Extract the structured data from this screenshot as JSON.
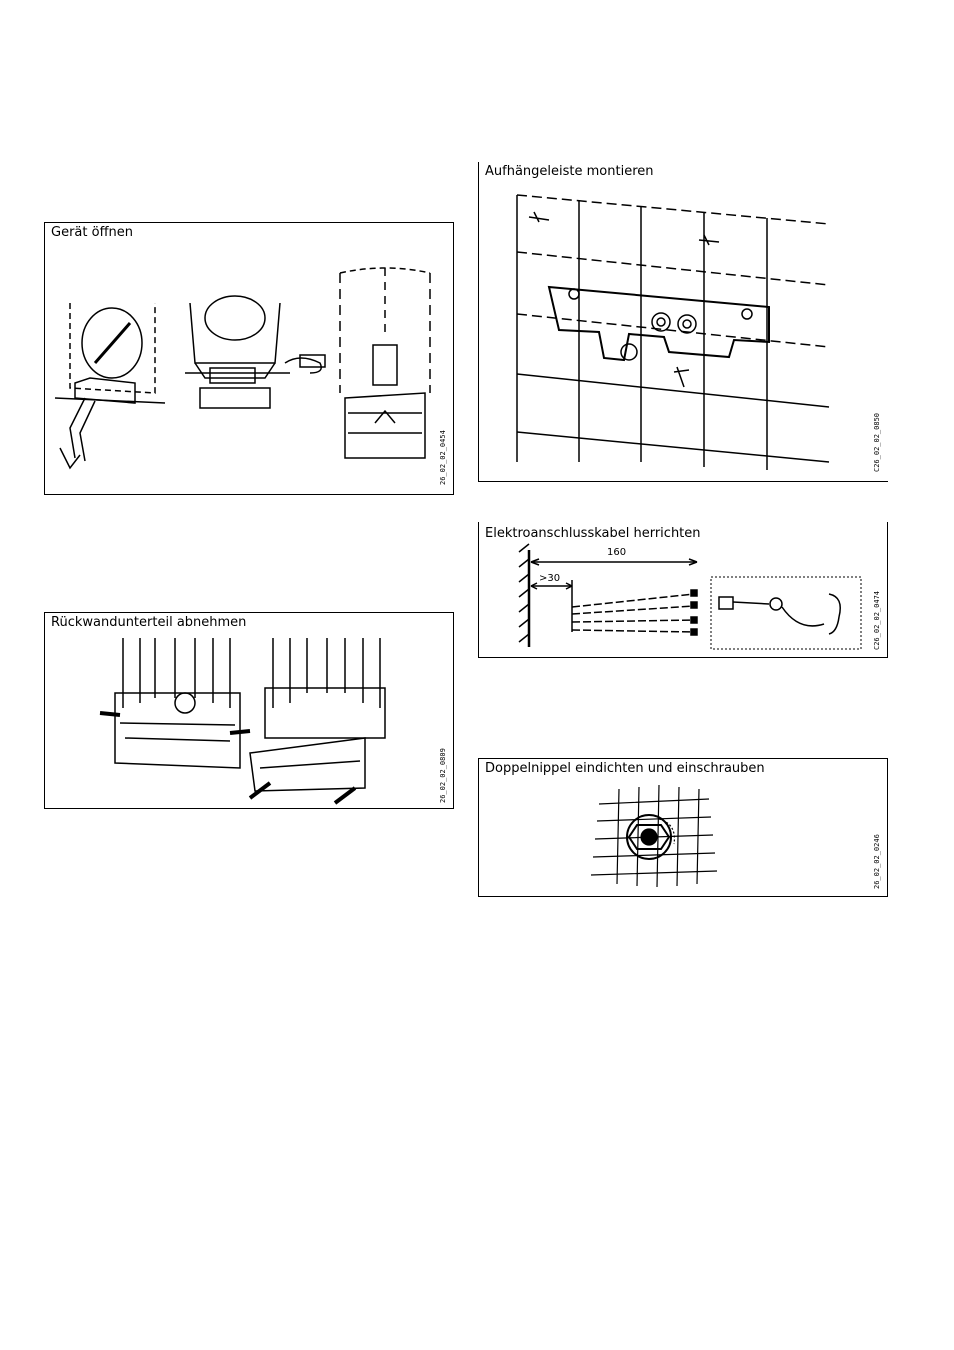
{
  "figures": {
    "open_device": {
      "title": "Gerät öffnen",
      "code": "26_02_02_0454"
    },
    "remove_backwall": {
      "title": "Rückwandunterteil abnehmen",
      "code": "26_02_02_0809"
    },
    "mount_rail": {
      "title": "Aufhängeleiste montieren",
      "code": "C26_02_02_0850"
    },
    "prepare_cable": {
      "title": "Elektroanschlusskabel herrichten",
      "code": "C26_02_02_0474",
      "dim_long": "160",
      "dim_short": ">30"
    },
    "double_nipple": {
      "title": "Doppelnippel eindichten und einschrauben",
      "code": "26_02_02_0246"
    }
  }
}
